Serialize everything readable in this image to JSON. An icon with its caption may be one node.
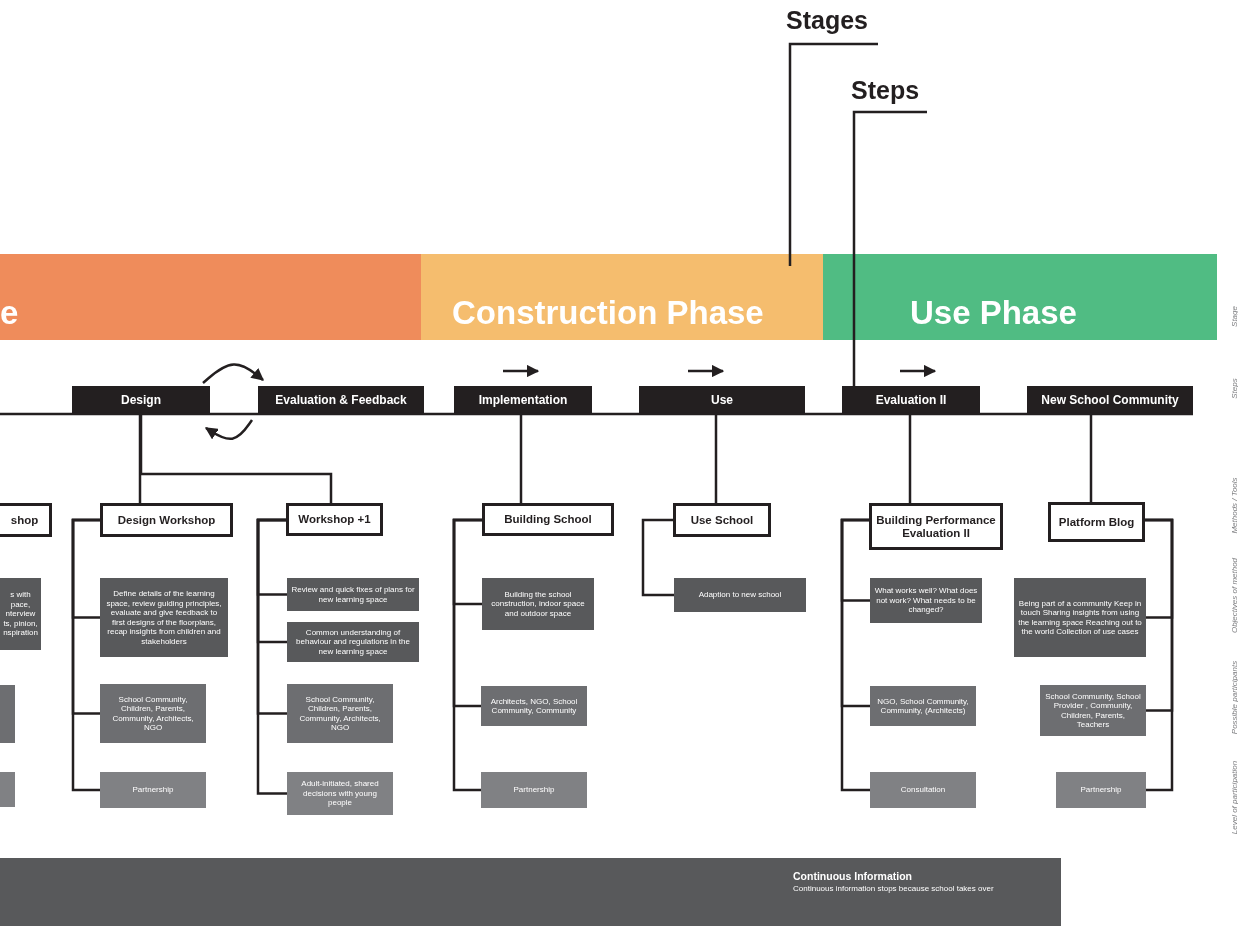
{
  "diagram": {
    "nodes": [
      {
        "text": [
          "Stages"
        ]
      },
      {
        "text": [
          "Steps"
        ]
      },
      {
        "text": [
          "e"
        ]
      },
      {
        "text": [
          "Construction Phase"
        ]
      },
      {
        "text": [
          "Use Phase"
        ]
      },
      {
        "text": [
          "Design"
        ]
      },
      {
        "text": [
          "Evaluation & Feedback"
        ]
      },
      {
        "text": [
          "Implementation"
        ]
      },
      {
        "text": [
          "Use"
        ]
      },
      {
        "text": [
          "Evaluation II"
        ]
      },
      {
        "text": [
          "New School Community"
        ]
      },
      {
        "text": [
          "shop"
        ]
      },
      {
        "text": [
          "Design Workshop"
        ]
      },
      {
        "text": [
          "Workshop +1"
        ]
      },
      {
        "text": [
          "Building School"
        ]
      },
      {
        "text": [
          "Use School"
        ]
      },
      {
        "text": [
          "Building Performance Evaluation II"
        ]
      },
      {
        "text": [
          "Platform Blog"
        ]
      },
      {
        "text": [
          "s with pace, nterview ts, pinion, nspiration"
        ]
      },
      {
        "text": [],
        "shape": "box"
      },
      {
        "text": [],
        "shape": "box"
      },
      {
        "text": [
          "Define details of the learning space, review guiding principles, evaluate and give feedback to first designs of the floorplans, recap insights from children and stakeholders"
        ]
      },
      {
        "text": [
          "School Community, Children, Parents, Community, Architects, NGO"
        ]
      },
      {
        "text": [
          "Partnership"
        ]
      },
      {
        "text": [
          "Review and quick fixes of plans for new learning space"
        ]
      },
      {
        "text": [
          "Common understanding of behaviour and regulations in the new learning space"
        ]
      },
      {
        "text": [
          "School Community, Children, Parents, Community, Architects, NGO"
        ]
      },
      {
        "text": [
          "Adult-initiated, shared decisions with young people"
        ]
      },
      {
        "text": [
          "Building the school construction, indoor space and outdoor space"
        ]
      },
      {
        "text": [
          "Architects, NGO, School Community, Community"
        ]
      },
      {
        "text": [
          "Partnership"
        ]
      },
      {
        "text": [
          "Adaption to new school"
        ]
      },
      {
        "text": [
          "What works well? What does not work? What needs to be changed?"
        ]
      },
      {
        "text": [
          "NGO, School Community, Community, (Architects)"
        ]
      },
      {
        "text": [
          "Consultation"
        ]
      },
      {
        "text": [
          "Being part of a community Keep in touch Sharing insights from using the learning space Reaching out to the world Collection of use cases"
        ]
      },
      {
        "text": [
          "School Community, School Provider , Community, Children, Parents, Teachers"
        ]
      },
      {
        "text": [
          "Partnership"
        ]
      },
      {
        "text": [
          "Continuous Information",
          "Continuous information stops because school takes over"
        ]
      }
    ],
    "edges": [
      {
        "from": 0,
        "to": 3,
        "arrow": "none"
      },
      {
        "from": 1,
        "to": 9,
        "arrow": "none"
      },
      {
        "from": 5,
        "to": 6,
        "arrow": "to"
      },
      {
        "from": 6,
        "to": 5,
        "arrow": "to"
      },
      {
        "from": 5,
        "to": 12,
        "arrow": "none"
      },
      {
        "from": 5,
        "to": 13,
        "arrow": "none"
      },
      {
        "from": 7,
        "to": 14,
        "arrow": "none"
      },
      {
        "from": 8,
        "to": 15,
        "arrow": "none"
      },
      {
        "from": 9,
        "to": 16,
        "arrow": "none"
      },
      {
        "from": 10,
        "to": 17,
        "arrow": "none"
      },
      {
        "from": 12,
        "to": 21,
        "arrow": "none"
      },
      {
        "from": 12,
        "to": 22,
        "arrow": "none"
      },
      {
        "from": 12,
        "to": 23,
        "arrow": "none"
      },
      {
        "from": 13,
        "to": 24,
        "arrow": "none"
      },
      {
        "from": 13,
        "to": 25,
        "arrow": "none"
      },
      {
        "from": 13,
        "to": 26,
        "arrow": "none"
      },
      {
        "from": 13,
        "to": 27,
        "arrow": "none"
      },
      {
        "from": 14,
        "to": 28,
        "arrow": "none"
      },
      {
        "from": 14,
        "to": 29,
        "arrow": "none"
      },
      {
        "from": 14,
        "to": 30,
        "arrow": "none"
      },
      {
        "from": 15,
        "to": 31,
        "arrow": "none"
      },
      {
        "from": 16,
        "to": 32,
        "arrow": "none"
      },
      {
        "from": 16,
        "to": 33,
        "arrow": "none"
      },
      {
        "from": 16,
        "to": 34,
        "arrow": "none"
      },
      {
        "from": 17,
        "to": 35,
        "arrow": "none"
      },
      {
        "from": 17,
        "to": 36,
        "arrow": "none"
      },
      {
        "from": 17,
        "to": 37,
        "arrow": "none"
      }
    ],
    "labels": [
      "Stage",
      "Steps",
      "Methods / Tools",
      "Objectives of method",
      "Possible participants",
      "Level of participation"
    ]
  }
}
